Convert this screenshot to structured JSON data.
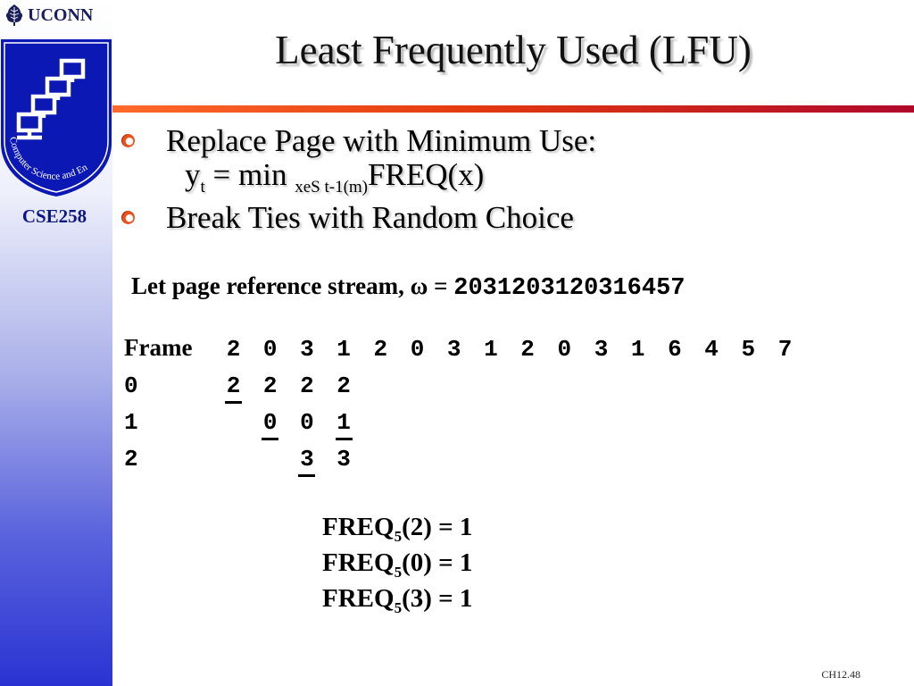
{
  "header": {
    "logo_text": "UCONN",
    "badge_text": "Computer Science and Engineering",
    "course": "CSE258"
  },
  "slide": {
    "title": "Least Frequently Used (LFU)",
    "bullets": [
      "Replace Page with Minimum Use:",
      "Break Ties with Random Choice"
    ],
    "formula": {
      "y": "y",
      "y_sub": "t",
      "eq_min": " = min ",
      "min_sub": "xeS t-1(m)",
      "rest": "FREQ(x)"
    },
    "stream": {
      "label": "Let page reference stream, ",
      "omega": "ω = ",
      "value": "2031203120316457"
    },
    "table": {
      "header_label": "Frame",
      "references": [
        "2",
        "0",
        "3",
        "1",
        "2",
        "0",
        "3",
        "1",
        "2",
        "0",
        "3",
        "1",
        "6",
        "4",
        "5",
        "7"
      ],
      "frames": [
        {
          "label": "0",
          "cells": [
            {
              "col": 0,
              "value": "2",
              "underline": true
            },
            {
              "col": 1,
              "value": "2",
              "underline": false
            },
            {
              "col": 2,
              "value": "2",
              "underline": false
            },
            {
              "col": 3,
              "value": "2",
              "underline": false
            }
          ]
        },
        {
          "label": "1",
          "cells": [
            {
              "col": 1,
              "value": "0",
              "underline": true
            },
            {
              "col": 2,
              "value": "0",
              "underline": false
            },
            {
              "col": 3,
              "value": "1",
              "underline": true
            }
          ]
        },
        {
          "label": "2",
          "cells": [
            {
              "col": 2,
              "value": "3",
              "underline": true
            },
            {
              "col": 3,
              "value": "3",
              "underline": false
            }
          ]
        }
      ]
    },
    "freq_lines": [
      {
        "pre": "FREQ",
        "sub": "5",
        "post": "(2) = 1"
      },
      {
        "pre": "FREQ",
        "sub": "5",
        "post": "(0) = 1"
      },
      {
        "pre": "FREQ",
        "sub": "5",
        "post": "(3) = 1"
      }
    ],
    "footer": "CH12.48"
  },
  "colors": {
    "accent": "#e33a10",
    "sidebar_bottom": "#2a33d2",
    "course_text": "#0d1780"
  }
}
